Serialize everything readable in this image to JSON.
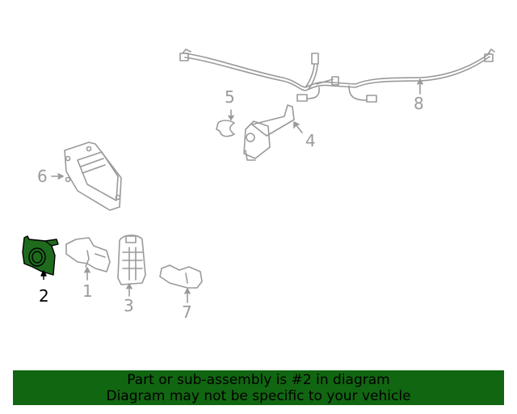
{
  "diagram": {
    "colors": {
      "line": "#9a9a9a",
      "highlight_fill": "#1e6b1e",
      "highlight_stroke": "#000000",
      "banner_bg": "#116611"
    },
    "highlighted_part": "2",
    "callouts": [
      {
        "id": "1",
        "label": "1"
      },
      {
        "id": "2",
        "label": "2"
      },
      {
        "id": "3",
        "label": "3"
      },
      {
        "id": "4",
        "label": "4"
      },
      {
        "id": "5",
        "label": "5"
      },
      {
        "id": "6",
        "label": "6"
      },
      {
        "id": "7",
        "label": "7"
      },
      {
        "id": "8",
        "label": "8"
      }
    ]
  },
  "banner": {
    "line1": "Part or sub-assembly is #2 in diagram",
    "line2": "Diagram may not be specific to your vehicle"
  }
}
